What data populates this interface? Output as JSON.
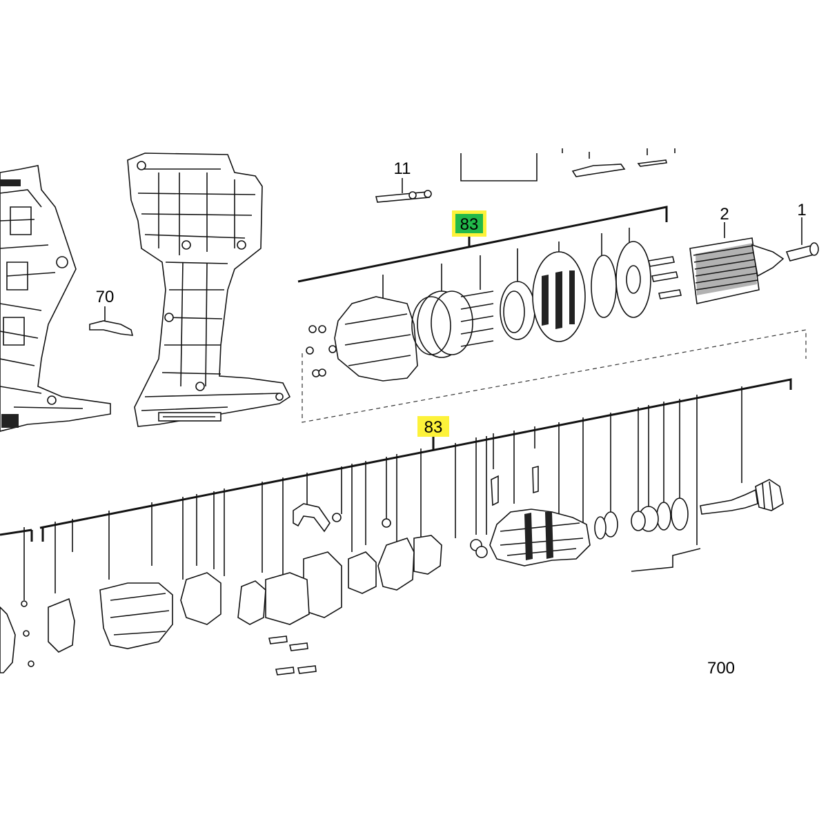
{
  "callouts": {
    "c11": "11",
    "c83_top": "83",
    "c2": "2",
    "c1": "1",
    "c70": "70",
    "c83_bottom": "83",
    "page_number": "700"
  },
  "colors": {
    "highlight_top": "#22b94a",
    "highlight_top_outline": "#fdf23a",
    "highlight_bottom": "#fdf23a"
  },
  "icons": {
    "housing": "drill-housing-half-icon",
    "chuck": "keyless-chuck-icon",
    "screw": "screw-icon",
    "motor": "motor-icon"
  }
}
